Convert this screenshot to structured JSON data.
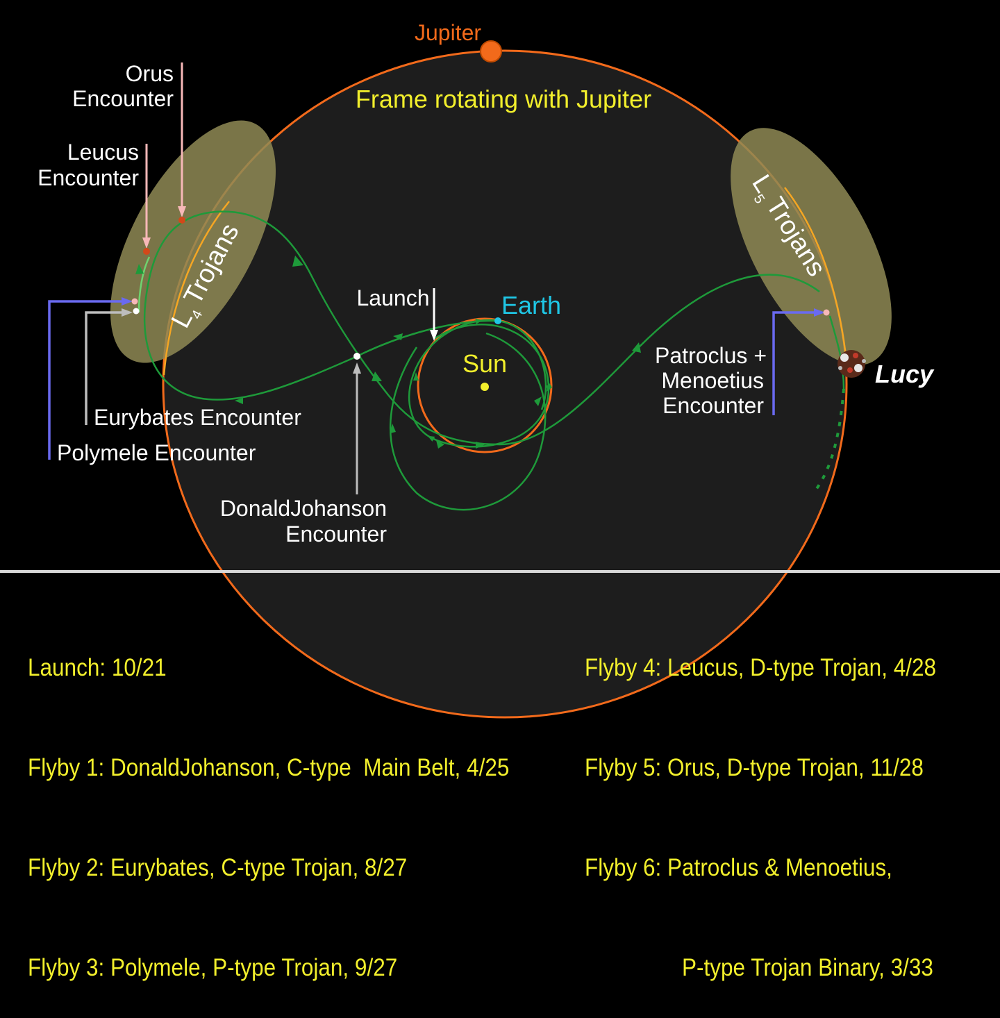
{
  "labels": {
    "jupiter": "Jupiter",
    "frame": "Frame rotating with Jupiter",
    "orus_line1": "Orus",
    "orus_line2": "Encounter",
    "leucus_line1": "Leucus",
    "leucus_line2": "Encounter",
    "l4_letter": "L",
    "l4_sub": "4",
    "l4_word": "Trojans",
    "l5_letter": "L",
    "l5_sub": "5",
    "l5_word": "Trojans",
    "launch": "Launch",
    "earth": "Earth",
    "sun": "Sun",
    "patroclus_line1": "Patroclus +",
    "patroclus_line2": "Menoetius",
    "patroclus_line3": "Encounter",
    "lucy": "Lucy",
    "eurybates": "Eurybates Encounter",
    "polymele": "Polymele Encounter",
    "donald_line1": "DonaldJohanson",
    "donald_line2": "Encounter"
  },
  "legend_left": [
    "Launch: 10/21",
    "Flyby 1: DonaldJohanson, C-type  Main Belt, 4/25",
    "Flyby 2: Eurybates, C-type Trojan, 8/27",
    "Flyby 3: Polymele, P-type Trojan, 9/27"
  ],
  "legend_right": [
    "Flyby 4: Leucus, D-type Trojan, 4/28",
    "Flyby 5: Orus, D-type Trojan, 11/28",
    "Flyby 6: Patroclus & Menoetius,",
    "                P-type Trojan Binary, 3/33"
  ],
  "colors": {
    "background": "#000000",
    "jupiter_orbit": "#f26a1b",
    "trajectory": "#1e9a3a",
    "trojan_cloud": "#8f8a55",
    "label_yellow": "#f2ef2c",
    "earth_cyan": "#1fc7e6",
    "polymele_arrow": "#6a6af0",
    "orus_arrow": "#f7b8b8"
  }
}
